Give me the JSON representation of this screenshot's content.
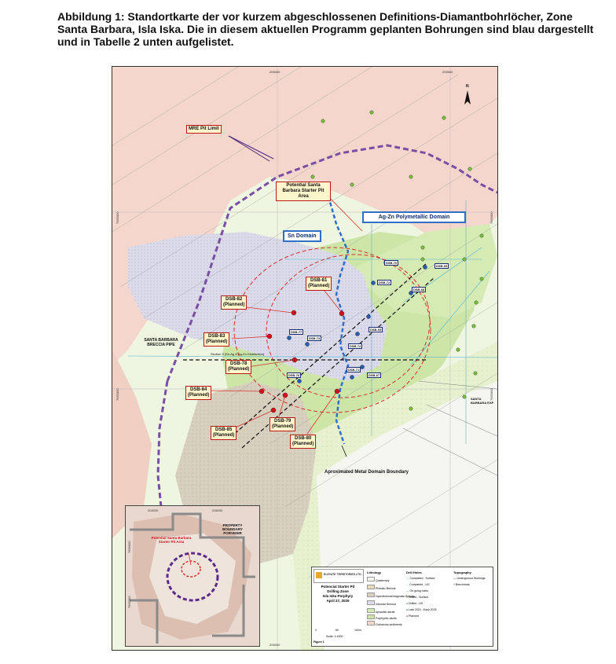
{
  "caption": "Abbildung 1: Standortkarte der vor kurzem abgeschlossenen Definitions-Diamantbohrlöcher, Zone Santa Barbara, Isla Iska. Die in diesem aktuellen Programm geplanten Bohrungen sind blau dargestellt und in Tabelle 2 unten aufgelistet.",
  "grid": {
    "top_x": [
      "205000",
      "205500"
    ],
    "bottom_x": [
      "205000",
      "205500"
    ],
    "left_y": [
      "7655000",
      "7655000"
    ],
    "right_y": [
      "7655000",
      "7655000"
    ]
  },
  "north_label": "N",
  "labels": {
    "mre_pit_limit": "MRE Pit Limit",
    "starter_pit": "Potential Santa Barbara Starter Pit Area",
    "ag_zn_domain": "Ag-Zn Polymetallic Domain",
    "sn_domain": "Sn Domain",
    "breccia_pipe": "SANTA BARBARA BRECCIA PIPE",
    "section_line": "Section 3 (Sn-Ag & Ag-Zn Distribution)",
    "boundary": "Aproximated Metal Domain Boundary",
    "east_edge": "SANTA BARBARA EXP"
  },
  "planned_holes": [
    {
      "name": "DSB-81",
      "status": "(Planned)"
    },
    {
      "name": "DSB-82",
      "status": "(Planned)"
    },
    {
      "name": "DSB-83",
      "status": "(Planned)"
    },
    {
      "name": "DSB-78",
      "status": "(Planned)"
    },
    {
      "name": "DSB-84",
      "status": "(Planned)"
    },
    {
      "name": "DSB-79",
      "status": "(Planned)"
    },
    {
      "name": "DSB-85",
      "status": "(Planned)"
    },
    {
      "name": "DSB-80",
      "status": "(Planned)"
    }
  ],
  "drilled_holes": [
    "DSB-70",
    "DSB-72",
    "DSB-69",
    "DSB-68",
    "DSB-77",
    "DSB-73",
    "DSB-65",
    "DSB-74",
    "DSB-76",
    "DSB-71",
    "DSB-67"
  ],
  "inset": {
    "starter_pit": "Potential Santa Barbara Starter Pit Area",
    "property": "PROPERTY BOUNDARY PORVENIR",
    "x_ticks": [
      "204000",
      "206000"
    ],
    "y_ticks": [
      "7656000",
      "7652000"
    ]
  },
  "legend": {
    "company": "ELEVATE TERRITORIES LTD.",
    "title_lines": [
      "Potencial Starter Pit",
      "Drilling Zone",
      "Isla Iska Porphyry",
      "April 27, 2025"
    ],
    "scale_ticks": [
      "0",
      "50",
      "100"
    ],
    "scale_unit": "m",
    "scale_text": "Scale: 1:4000",
    "figure": "Figure 1",
    "lithology_title": "Lithology",
    "lithology": [
      "Quaternary",
      "Phreatic Breccia",
      "Hydrothermal/magmatic Breccia",
      "Intrusive Breccia",
      "Aphanitic dacite",
      "Porphyritic dacite",
      "Ordovician sediments"
    ],
    "drill_title": "Drill Holes",
    "drill": [
      "Completed - Surface",
      "Completed - UG",
      "On going holes",
      "Drilled - Surface",
      "Drilled - UG",
      "Late 2024 - Early 2025",
      "Planned"
    ],
    "topo_title": "Topography",
    "topo": [
      "Underground Workings",
      "Benchmark"
    ]
  },
  "colors": {
    "planned": "#c8161d",
    "drilled": "#1e4f8f",
    "domain_blue": "#2e6fc9",
    "mre_purple": "#7a4ea3",
    "callout_fill": "#fff6cc",
    "green_surface": "#7cbd3f"
  }
}
